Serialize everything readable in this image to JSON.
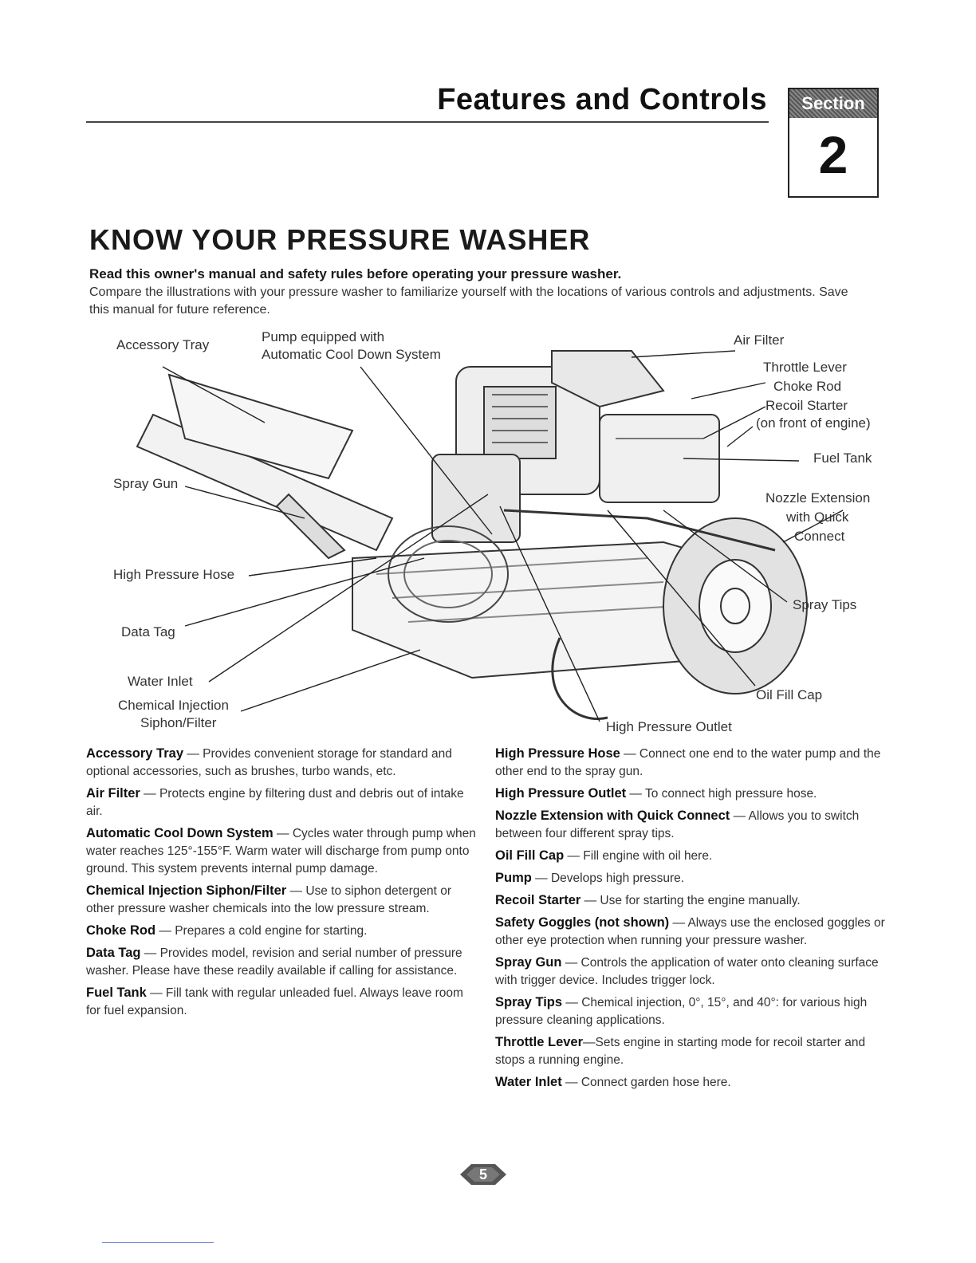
{
  "header": {
    "title": "Features and Controls",
    "section_label": "Section",
    "section_number": "2"
  },
  "heading": "KNOW YOUR PRESSURE WASHER",
  "intro": {
    "bold": "Read this owner's manual and safety rules before operating your pressure washer.",
    "text": "Compare the illustrations with your pressure washer to familiarize yourself with the locations of various controls and adjustments. Save this manual for future reference."
  },
  "diagram_labels": {
    "accessory_tray": "Accessory Tray",
    "pump_line1": "Pump equipped with",
    "pump_line2": "Automatic Cool Down System",
    "spray_gun": "Spray Gun",
    "high_pressure_hose": "High Pressure Hose",
    "data_tag": "Data Tag",
    "water_inlet": "Water Inlet",
    "chem_line1": "Chemical Injection",
    "chem_line2": "Siphon/Filter",
    "air_filter": "Air Filter",
    "throttle_lever": "Throttle Lever",
    "choke_rod": "Choke Rod",
    "recoil_starter": "Recoil Starter",
    "recoil_note": "(on front of engine)",
    "fuel_tank": "Fuel Tank",
    "nozzle_line1": "Nozzle Extension",
    "nozzle_line2": "with Quick",
    "nozzle_line3": "Connect",
    "spray_tips": "Spray Tips",
    "oil_fill_cap": "Oil Fill Cap",
    "high_pressure_outlet": "High Pressure Outlet"
  },
  "descriptions_left": [
    {
      "term": "Accessory Tray",
      "text": " — Provides convenient storage for standard and optional accessories, such as brushes, turbo wands, etc."
    },
    {
      "term": "Air Filter",
      "text": " — Protects engine by filtering dust and debris out of intake air."
    },
    {
      "term": "Automatic Cool Down System",
      "text": " — Cycles water through pump when water reaches 125°-155°F. Warm water will discharge from pump onto ground. This system prevents internal pump damage."
    },
    {
      "term": "Chemical Injection Siphon/Filter",
      "text": " — Use to siphon detergent or other pressure washer chemicals into the low pressure stream."
    },
    {
      "term": "Choke Rod",
      "text": " — Prepares a cold engine for starting."
    },
    {
      "term": "Data Tag",
      "text": " — Provides model, revision and serial number of pressure washer. Please have these readily available if calling for assistance."
    },
    {
      "term": "Fuel Tank",
      "text": " — Fill tank with regular unleaded fuel. Always leave room for fuel expansion."
    }
  ],
  "descriptions_right": [
    {
      "term": "High Pressure Hose",
      "text": " — Connect one end to the water pump and the other end to the spray gun."
    },
    {
      "term": "High Pressure Outlet",
      "text": " — To connect high pressure hose."
    },
    {
      "term": "Nozzle Extension with Quick Connect",
      "text": " — Allows you to switch between four different spray tips."
    },
    {
      "term": "Oil Fill Cap",
      "text": " — Fill engine with oil here."
    },
    {
      "term": "Pump",
      "text": " — Develops high pressure."
    },
    {
      "term": "Recoil Starter",
      "text": " — Use for starting the engine manually."
    },
    {
      "term": "Safety Goggles (not shown)",
      "text": " — Always use the enclosed goggles or other eye protection when running your pressure washer."
    },
    {
      "term": "Spray Gun",
      "text": " — Controls the application of water onto cleaning surface with trigger device. Includes trigger lock."
    },
    {
      "term": "Spray Tips",
      "text": " — Chemical injection, 0°, 15°, and 40°: for various high pressure cleaning applications."
    },
    {
      "term": "Throttle Lever",
      "text": "—Sets engine in starting mode for recoil starter and stops a running engine."
    },
    {
      "term": "Water Inlet",
      "text": " — Connect garden hose here."
    }
  ],
  "page_number": "5"
}
